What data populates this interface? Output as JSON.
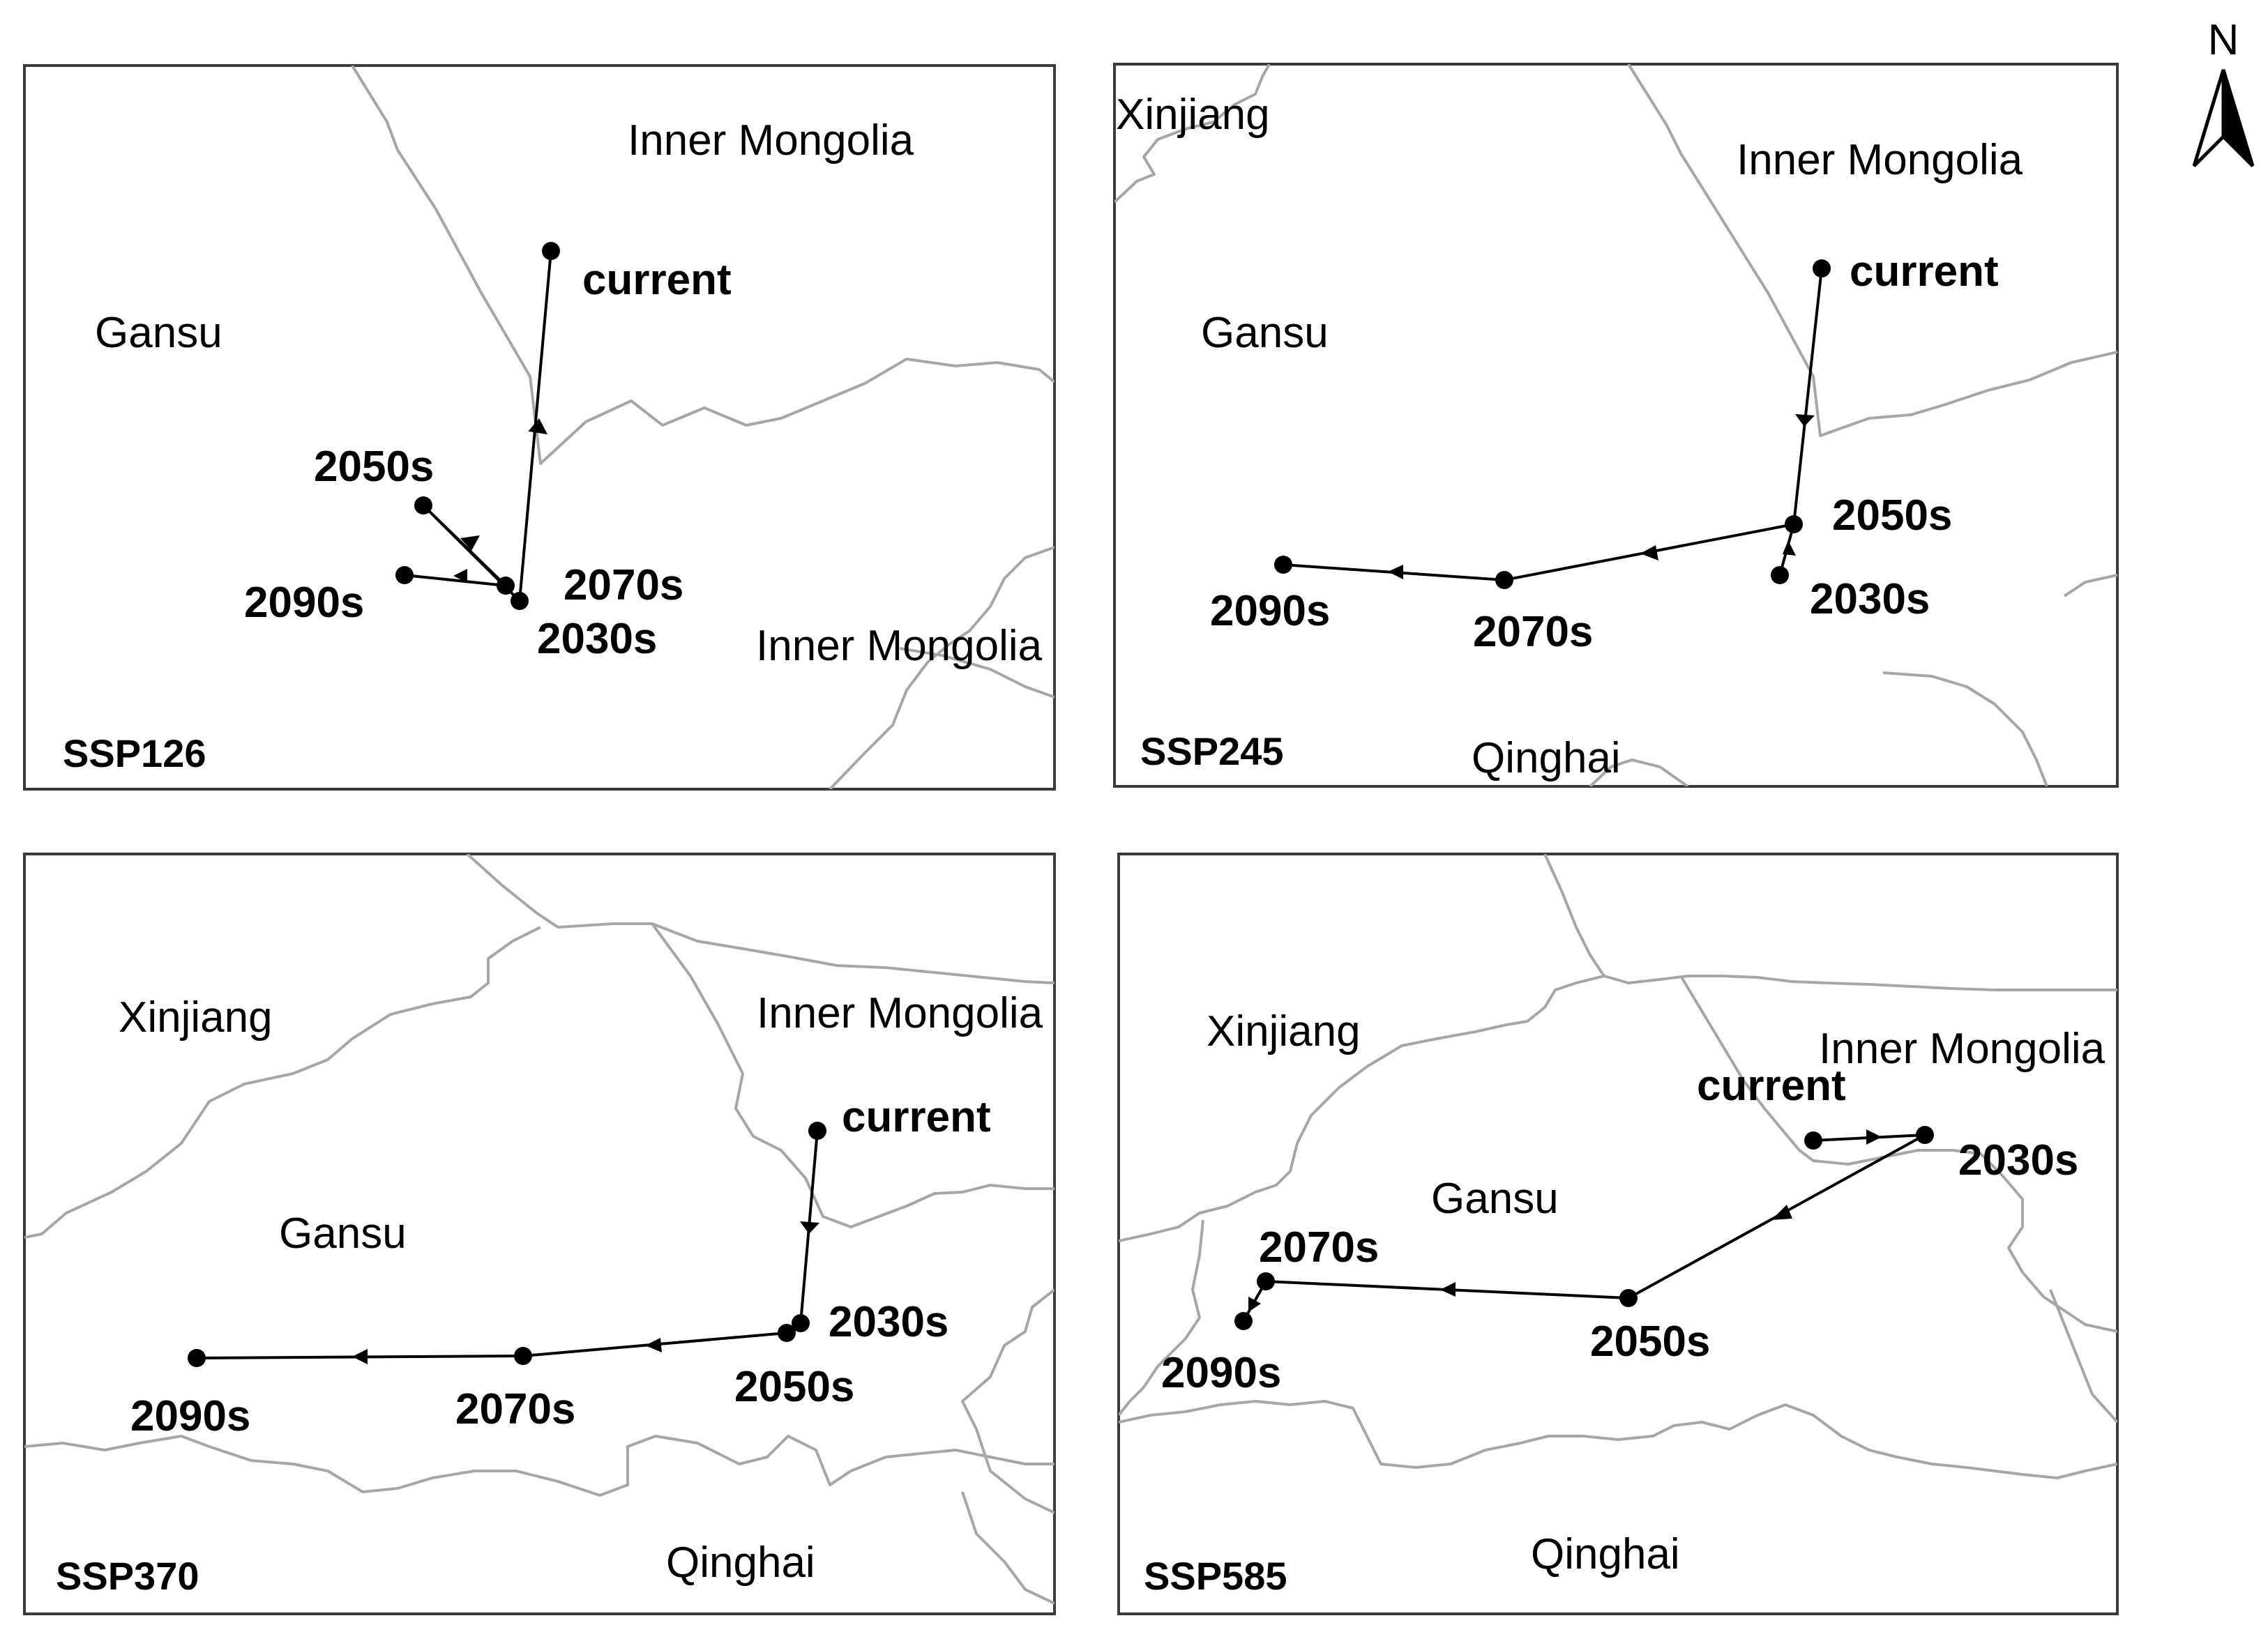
{
  "north_arrow": {
    "label": "N"
  },
  "panels": [
    {
      "id": "ssp126",
      "scenario": "SSP126",
      "regions": [
        "Inner Mongolia",
        "Gansu",
        "Inner Mongolia"
      ],
      "points": [
        {
          "label": "current"
        },
        {
          "label": "2030s"
        },
        {
          "label": "2050s"
        },
        {
          "label": "2070s"
        },
        {
          "label": "2090s"
        }
      ]
    },
    {
      "id": "ssp245",
      "scenario": "SSP245",
      "regions": [
        "Xinjiang",
        "Inner Mongolia",
        "Gansu",
        "Qinghai"
      ],
      "points": [
        {
          "label": "current"
        },
        {
          "label": "2030s"
        },
        {
          "label": "2050s"
        },
        {
          "label": "2070s"
        },
        {
          "label": "2090s"
        }
      ]
    },
    {
      "id": "ssp370",
      "scenario": "SSP370",
      "regions": [
        "Xinjiang",
        "Inner Mongolia",
        "Gansu",
        "Qinghai"
      ],
      "points": [
        {
          "label": "current"
        },
        {
          "label": "2030s"
        },
        {
          "label": "2050s"
        },
        {
          "label": "2070s"
        },
        {
          "label": "2090s"
        }
      ]
    },
    {
      "id": "ssp585",
      "scenario": "SSP585",
      "regions": [
        "Xinjiang",
        "Inner Mongolia",
        "Gansu",
        "Qinghai"
      ],
      "points": [
        {
          "label": "current"
        },
        {
          "label": "2030s"
        },
        {
          "label": "2050s"
        },
        {
          "label": "2070s"
        },
        {
          "label": "2090s"
        }
      ]
    }
  ]
}
